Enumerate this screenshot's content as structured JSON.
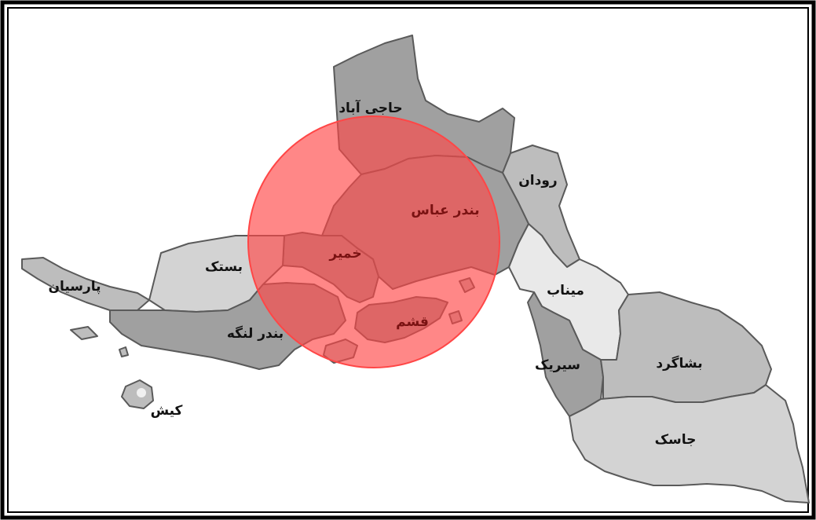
{
  "map": {
    "colors": {
      "dark": "#a0a0a0",
      "medium": "#bdbdbd",
      "light": "#d3d3d3",
      "lightest": "#e9e9e9",
      "border": "#5a5a5a",
      "highlight": "#ff4646",
      "label_text": "#111111",
      "highlight_label_text": "#7a1212"
    },
    "labels": {
      "haji_abad": "حاجی آباد",
      "roudan": "رودان",
      "bandar_abbas": "بندر عباس",
      "khamir": "خمیر",
      "bastak": "بستک",
      "parsian": "پارسیان",
      "minab": "میناب",
      "qeshm": "قشم",
      "bandar_lengeh": "بندر لنگه",
      "bashagerd": "بشاگرد",
      "sirik": "سیریک",
      "kish": "کیش",
      "jask": "جاسک"
    }
  }
}
